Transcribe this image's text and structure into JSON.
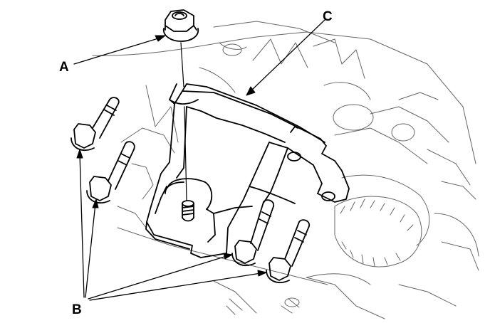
{
  "diagram": {
    "callouts": {
      "a": "A",
      "b": "B",
      "c": "C"
    },
    "parts": {
      "a": "flange-nut",
      "b": "flange-bolts",
      "c": "mount-bracket"
    },
    "ink_color": "#000000",
    "background_color": "#ffffff"
  }
}
